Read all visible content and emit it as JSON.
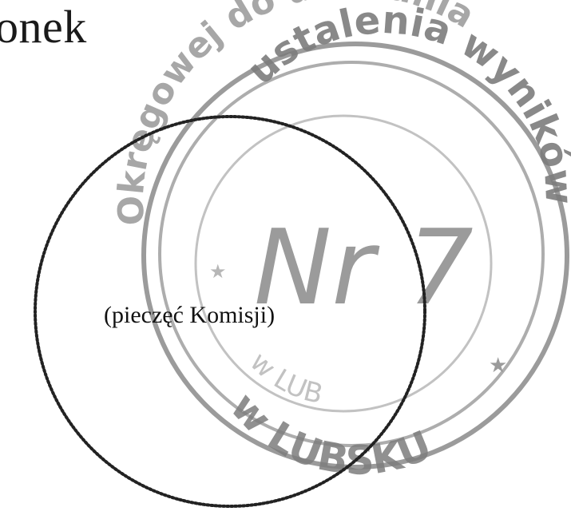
{
  "document": {
    "header_fragment": "onek",
    "seal_caption": "(pieczęć Komisji)"
  },
  "stamp": {
    "outer_arc_text": "Okręgowej do ustalania",
    "inner_arc_text": "ustalenia wyników",
    "center_text": "Nr 7",
    "bottom_text_inner": "w LUB",
    "bottom_text_outer": "w LUBSKU",
    "ink_color": "#8a8a8a"
  },
  "colors": {
    "text": "#1a1a1a",
    "stamp_ink": "#8a8a8a",
    "dotted_ring": "#222222"
  }
}
